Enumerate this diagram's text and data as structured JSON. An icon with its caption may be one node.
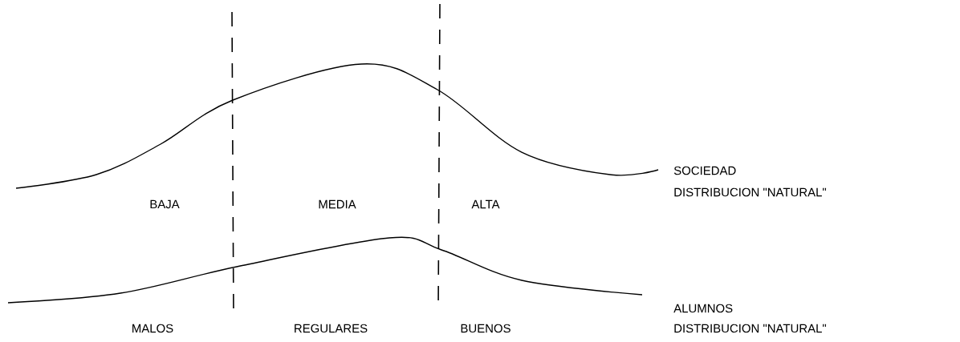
{
  "diagram": {
    "labels": [
      "BAJA",
      "MEDIA",
      "ALTA",
      "SOCIEDAD",
      "DISTRIBUCION \"NATURAL\"",
      "MALOS",
      "REGULARES",
      "BUENOS",
      "ALUMNOS",
      "DISTRIBUCION \"NATURAL\""
    ]
  }
}
